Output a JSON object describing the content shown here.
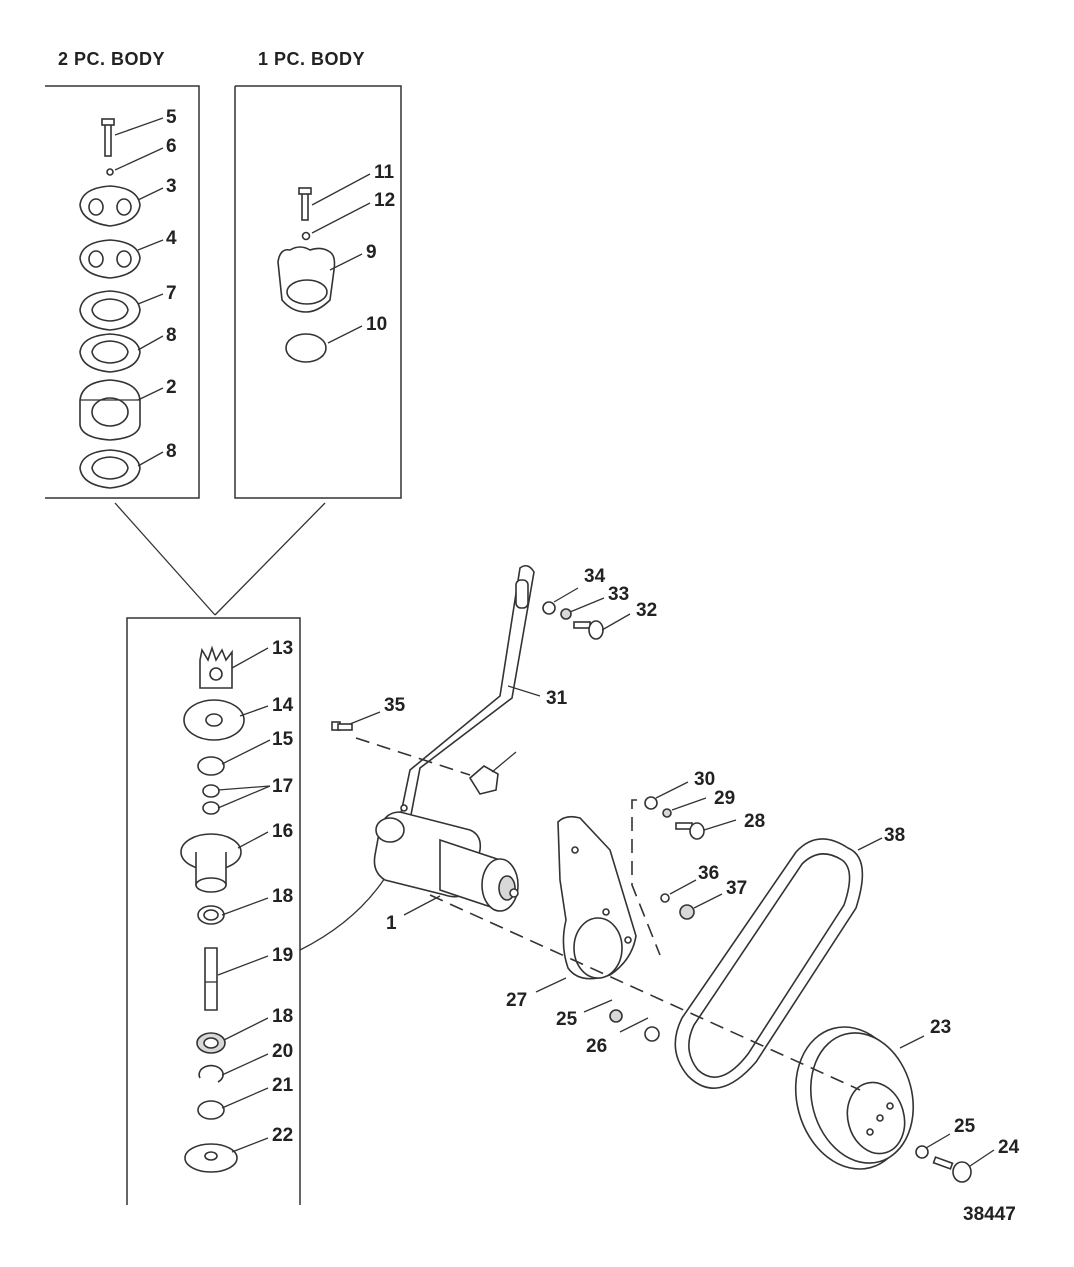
{
  "headers": {
    "two_pc_body": "2 PC. BODY",
    "one_pc_body": "1 PC. BODY"
  },
  "drawing_number": "38447",
  "callouts": {
    "c1": "1",
    "c2": "2",
    "c3": "3",
    "c4": "4",
    "c5": "5",
    "c6": "6",
    "c7": "7",
    "c8a": "8",
    "c8b": "8",
    "c9": "9",
    "c10": "10",
    "c11": "11",
    "c12": "12",
    "c13": "13",
    "c14": "14",
    "c15": "15",
    "c16": "16",
    "c17": "17",
    "c18a": "18",
    "c18b": "18",
    "c19": "19",
    "c20": "20",
    "c21": "21",
    "c22": "22",
    "c23": "23",
    "c24": "24",
    "c25a": "25",
    "c25b": "25",
    "c26": "26",
    "c27": "27",
    "c28": "28",
    "c29": "29",
    "c30": "30",
    "c31": "31",
    "c32": "32",
    "c33": "33",
    "c34": "34",
    "c35": "35",
    "c36": "36",
    "c37": "37",
    "c38": "38"
  }
}
